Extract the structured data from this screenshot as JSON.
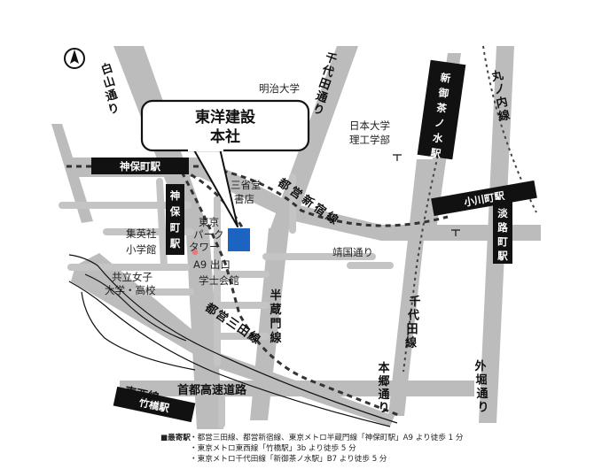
{
  "company": {
    "name_lines": [
      "東洋建設",
      "本社"
    ]
  },
  "colors": {
    "building": "#1b64c1",
    "exit_dot": "#e8797a",
    "station_bg": "#111111",
    "road": "#bcbcbc"
  },
  "icons": {
    "north": "north-arrow-icon",
    "school": "school-symbol-icon"
  },
  "stations": {
    "jimbocho_h": "神保町駅",
    "jimbocho_v": [
      "神",
      "保",
      "町",
      "駅"
    ],
    "shin_ochanomizu": [
      "新",
      "御",
      "茶",
      "ノ",
      "水",
      "駅"
    ],
    "ogawamachi": "小川町駅",
    "awajicho": [
      "淡",
      "路",
      "町",
      "駅"
    ],
    "takebashi_line": "東西線",
    "takebashi_station": "竹橋駅"
  },
  "roads": {
    "hakusan": [
      "白",
      "山",
      "通",
      "り"
    ],
    "chiyoda_top": [
      "千",
      "代",
      "田",
      "通",
      "り"
    ],
    "marunouchi": [
      "丸",
      "ノ",
      "内",
      "線"
    ],
    "shinjuku_line": [
      "都",
      "営",
      "新",
      "宿",
      "線"
    ],
    "mita_line": [
      "都",
      "営",
      "三",
      "田",
      "線"
    ],
    "hanzomon": [
      "半",
      "蔵",
      "門",
      "線"
    ],
    "yasukuni": "靖国通り",
    "chiyoda_bottom": [
      "千",
      "代",
      "田",
      "線"
    ],
    "hongo": [
      "本",
      "郷",
      "通",
      "り"
    ],
    "sotobori": [
      "外",
      "堀",
      "通",
      "り"
    ],
    "expressway": "首都高速道路"
  },
  "landmarks": {
    "meiji": "明治大学",
    "nihon_lines": [
      "日本大学",
      "理工学部"
    ],
    "sanseido_lines": [
      "三省堂",
      "書店"
    ],
    "tokyo_park_lines": [
      "東京",
      "パーク",
      "タワー"
    ],
    "shueisha_lines": [
      "集英社",
      "小学館"
    ],
    "kyoritsu_lines": [
      "共立女子",
      "大学・高校"
    ],
    "gakushi": "学士会館",
    "exit": "A9 出口"
  },
  "access_notes": {
    "heading": "■最寄駅",
    "lines": [
      "・都営三田線、都営新宿線、東京メトロ半蔵門線「神保町駅」A9 より徒歩 1 分",
      "・東京メトロ東西線「竹橋駅」3b より徒歩 5 分",
      "・東京メトロ千代田線「新御茶ノ水駅」B7 より徒歩 5 分"
    ]
  }
}
